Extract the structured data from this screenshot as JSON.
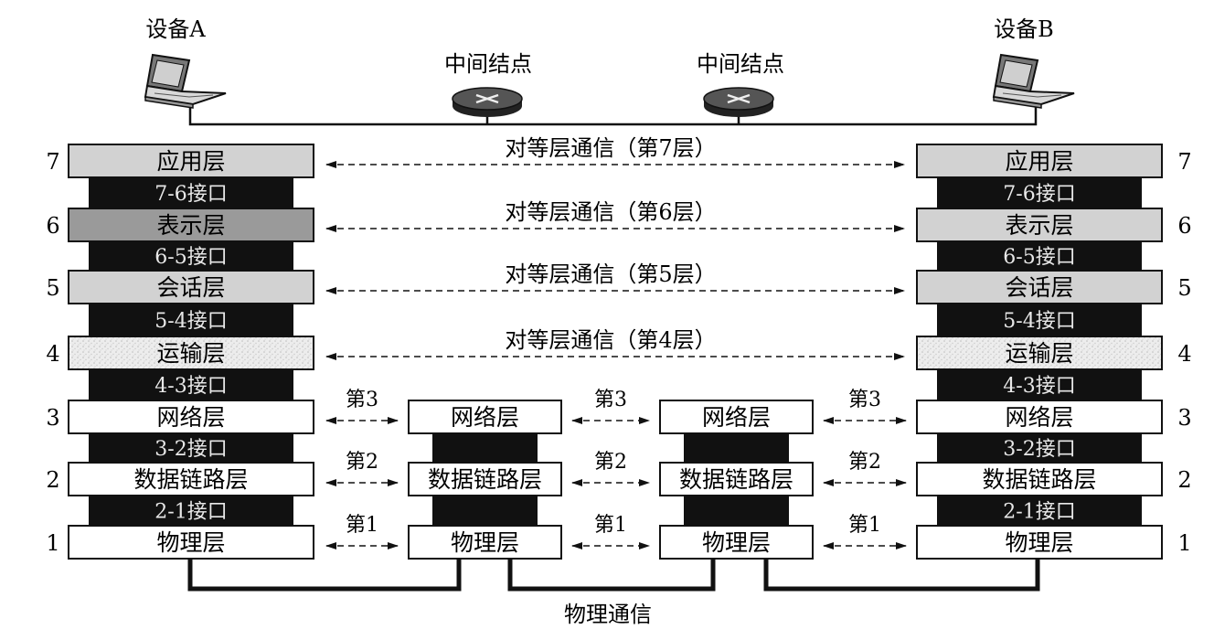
{
  "devices": {
    "a": "设备A",
    "b": "设备B",
    "node1": "中间结点",
    "node2": "中间结点"
  },
  "layers": [
    {
      "num": "7",
      "name": "应用层",
      "tone": "light"
    },
    {
      "num": "6",
      "name": "表示层",
      "tone": "dark"
    },
    {
      "num": "5",
      "name": "会话层",
      "tone": "light"
    },
    {
      "num": "4",
      "name": "运输层",
      "tone": "speckle"
    },
    {
      "num": "3",
      "name": "网络层",
      "tone": "white"
    },
    {
      "num": "2",
      "name": "数据链路层",
      "tone": "white"
    },
    {
      "num": "1",
      "name": "物理层",
      "tone": "white"
    }
  ],
  "right_tones": [
    "light",
    "light",
    "light",
    "speckle",
    "white",
    "white",
    "white"
  ],
  "interfaces": [
    "7-6接口",
    "6-5接口",
    "5-4接口",
    "4-3接口",
    "3-2接口",
    "2-1接口"
  ],
  "peer_labels": [
    "对等层通信（第7层）",
    "对等层通信（第6层）",
    "对等层通信（第5层）",
    "对等层通信（第4层）"
  ],
  "hop_labels": [
    "第3",
    "第2",
    "第1"
  ],
  "physical_label": "物理通信",
  "colors": {
    "light_fill": "#d2d2d2",
    "dark_fill": "#9a9a9a",
    "speckle_fill": "#ececec",
    "white_fill": "#ffffff",
    "interface_fill": "#111111",
    "line": "#111111",
    "router_fill": "#3c3c3c"
  },
  "icons": {
    "device": "laptop-icon",
    "node": "router-icon"
  }
}
